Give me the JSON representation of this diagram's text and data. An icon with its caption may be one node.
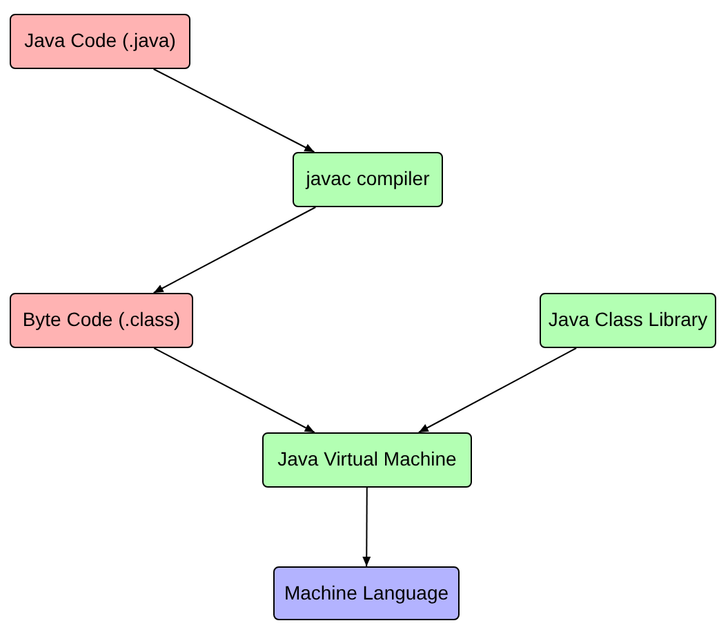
{
  "diagram": {
    "nodes": [
      {
        "text": [
          "Java Code (.java)"
        ]
      },
      {
        "text": [
          "javac compiler"
        ]
      },
      {
        "text": [
          "Byte Code (.class)"
        ]
      },
      {
        "text": [
          "Java Class Library"
        ]
      },
      {
        "text": [
          "Java Virtual Machine"
        ]
      },
      {
        "text": [
          "Machine Language"
        ]
      }
    ],
    "edges": [
      {
        "from": 0,
        "to": 1,
        "arrow": "to"
      },
      {
        "from": 1,
        "to": 2,
        "arrow": "to"
      },
      {
        "from": 2,
        "to": 4,
        "arrow": "to"
      },
      {
        "from": 3,
        "to": 4,
        "arrow": "to"
      },
      {
        "from": 4,
        "to": 5,
        "arrow": "to"
      }
    ]
  }
}
